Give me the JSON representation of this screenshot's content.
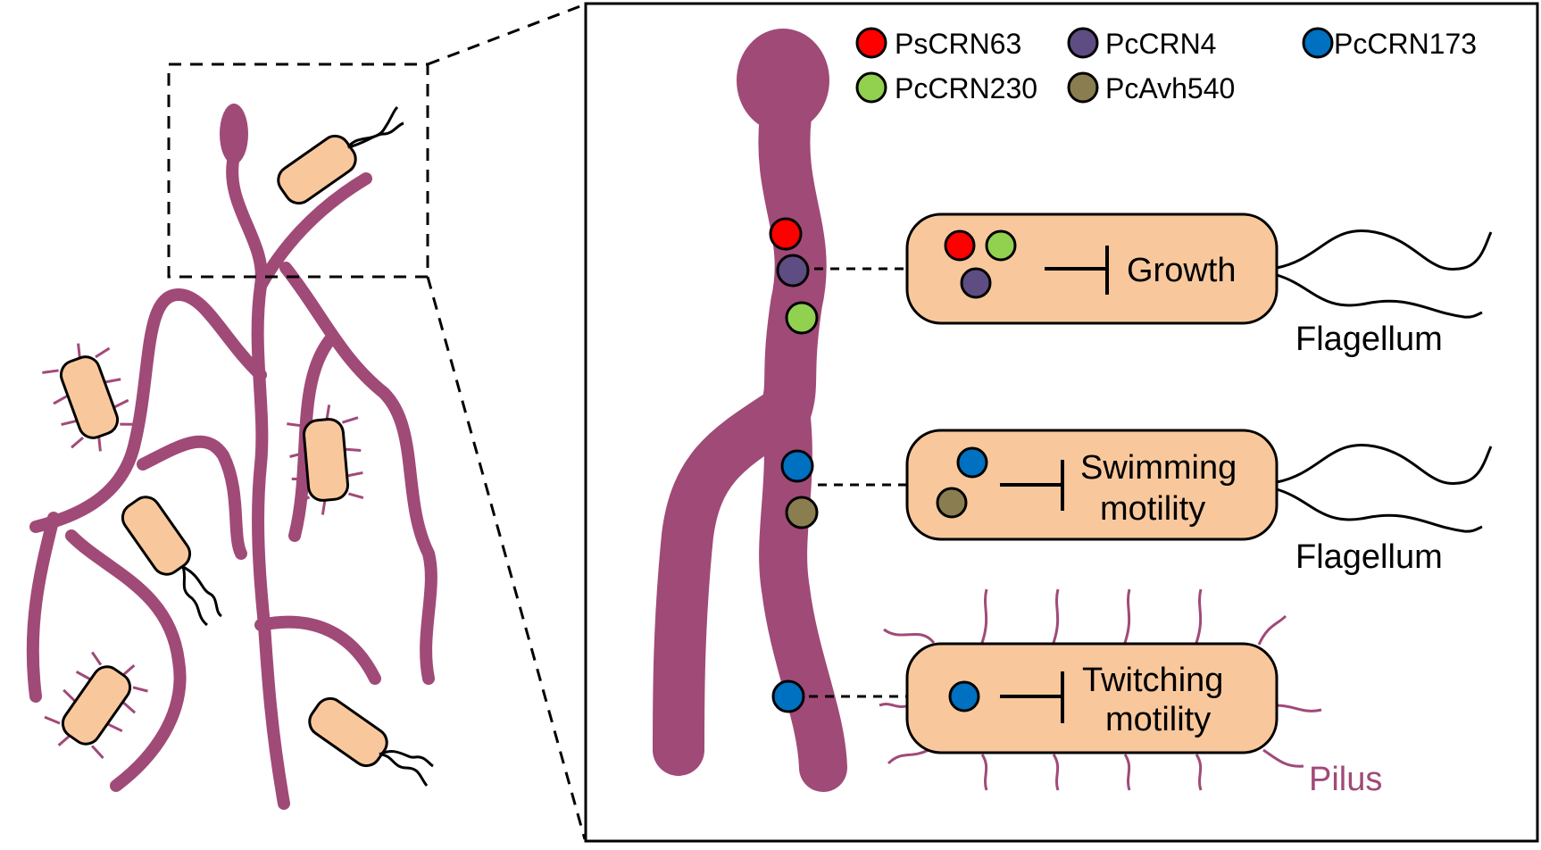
{
  "legend": {
    "items": [
      {
        "label": "PsCRN63",
        "color": "#ff0000"
      },
      {
        "label": "PcCRN4",
        "color": "#5e4d82"
      },
      {
        "label": "PcCRN173",
        "color": "#0070c0"
      },
      {
        "label": "PcCRN230",
        "color": "#92d050"
      },
      {
        "label": "PcAvh540",
        "color": "#8a7d4f"
      }
    ]
  },
  "panels": {
    "growth": {
      "label": "Growth",
      "appendage": "Flagellum"
    },
    "swimming": {
      "line1": "Swimming",
      "line2": "motility",
      "appendage": "Flagellum"
    },
    "twitching": {
      "line1": "Twitching",
      "line2": "motility",
      "appendage": "Pilus"
    }
  },
  "colors": {
    "hypha": "#a04a78",
    "bacterium": "#f8c89c",
    "pilus": "#a04a78",
    "pilus_label": "#a04a78"
  }
}
